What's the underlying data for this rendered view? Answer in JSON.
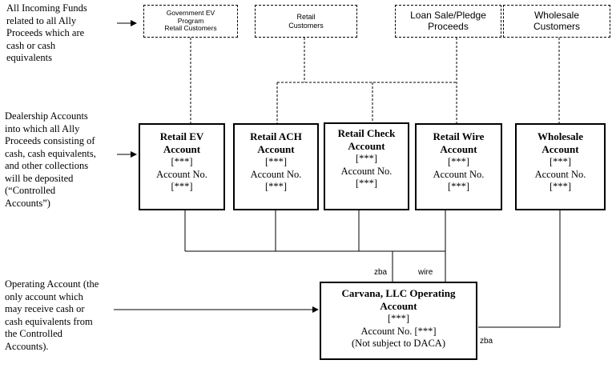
{
  "left_notes": [
    "All Incoming Funds\nrelated to all Ally\nProceeds which are\ncash or cash\nequivalents",
    "Dealership Accounts\ninto which all Ally\nProceeds consisting of\ncash, cash equivalents,\nand other collections\nwill be deposited\n(“Controlled\nAccounts”)",
    "Operating Account (the\nonly account which\nmay receive cash or\ncash equivalents from\nthe Controlled\nAccounts)."
  ],
  "sources": [
    "Government EV\nProgram\nRetail Customers",
    "Retail\nCustomers",
    "Loan Sale/Pledge\nProceeds",
    "Wholesale\nCustomers"
  ],
  "accounts": [
    {
      "name": "Retail EV\nAccount",
      "line1": "[***]",
      "line2": "Account No.",
      "line3": "[***]"
    },
    {
      "name": "Retail ACH\nAccount",
      "line1": "[***]",
      "line2": "Account No.",
      "line3": "[***]"
    },
    {
      "name": "Retail Check\nAccount",
      "line1": "[***]",
      "line2": "Account No.",
      "line3": "[***]"
    },
    {
      "name": "Retail Wire\nAccount",
      "line1": "[***]",
      "line2": "Account No.",
      "line3": "[***]"
    },
    {
      "name": "Wholesale\nAccount",
      "line1": "[***]",
      "line2": "Account No.",
      "line3": "[***]"
    }
  ],
  "operating_account": {
    "name": "Carvana, LLC Operating\nAccount",
    "line1": "[***]",
    "line2": "Account No. [***]",
    "line3": "(Not subject to DACA)"
  },
  "flow_labels": {
    "zba_left": "zba",
    "wire": "wire",
    "zba_right": "zba"
  }
}
